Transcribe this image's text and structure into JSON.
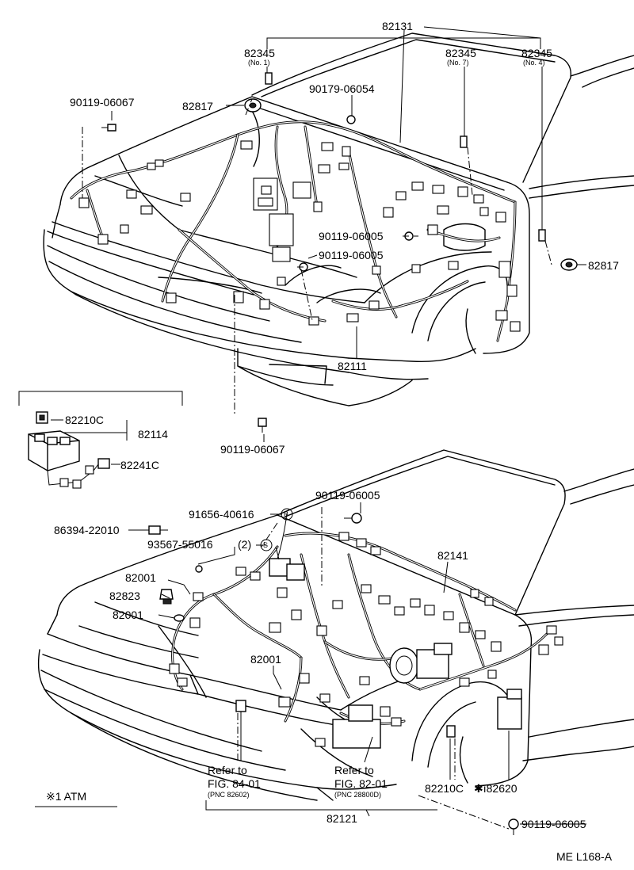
{
  "top_view": {
    "labels": {
      "harness_main": "82131",
      "clamp_1": "82345",
      "clamp_1_note": "(No. 1)",
      "clamp_7": "82345",
      "clamp_7_note": "(No. 7)",
      "clamp_4": "82345",
      "clamp_4_note": "(No. 4)",
      "bolt_left": "90119-06067",
      "relay_left": "82817",
      "nut_top": "90179-06054",
      "bolt_mid_1": "90119-06005",
      "bolt_mid_2": "90119-06005",
      "relay_right": "82817",
      "harness_engine": "82111",
      "bolt_bottom": "90119-06067"
    }
  },
  "inset": {
    "labels": {
      "connector": "82210C",
      "relay_block": "82114",
      "connector_2": "82241C"
    }
  },
  "bottom_view": {
    "labels": {
      "bolt_top": "90119-06005",
      "bolt_b": "91656-40616",
      "marker_b": "B",
      "screw_86394": "86394-22010",
      "clamp_93567": "93567-55016",
      "qty_2": "(2)",
      "marker_s": "S",
      "harness_82141": "82141",
      "clamp_82001_a": "82001",
      "sensor_82823": "82823",
      "clamp_82001_b": "82001",
      "clamp_82001_c": "82001",
      "refer_a_1": "Refer to",
      "refer_a_2": "FIG. 84-01",
      "refer_a_pnc": "(PNC 82602)",
      "refer_b_1": "Refer to",
      "refer_b_2": "FIG. 82-01",
      "refer_b_pnc": "(PNC 28800D)",
      "connector_82210": "82210C",
      "relay_82620": "✱ı82620",
      "harness_82121": "82121",
      "bolt_bottom": "90119-06005"
    }
  },
  "footnote": "※1 ATM",
  "figure_code": "ME L168-A"
}
